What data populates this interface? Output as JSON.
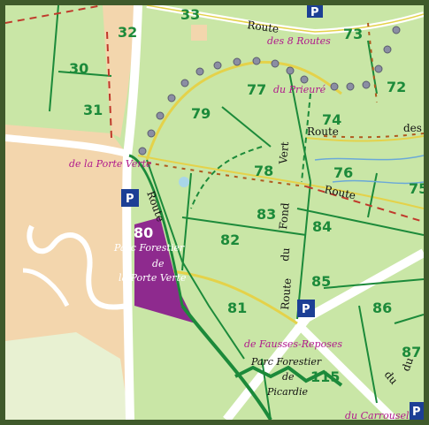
{
  "parcels": [
    "33",
    "32",
    "30",
    "31",
    "73",
    "72",
    "77",
    "79",
    "74",
    "78",
    "76",
    "75",
    "83",
    "84",
    "82",
    "80",
    "85",
    "86",
    "81",
    "115",
    "87"
  ],
  "roads": {
    "route_top": "Route",
    "route_des": "des",
    "route_mid": "Route",
    "route_right": "Route",
    "route_vert_left": "Route",
    "route_vert": "Vert",
    "route_du": "du",
    "route_fond": "Fond",
    "route_lower": "Route",
    "route_lower_du": "du",
    "route_bottom_du": "du"
  },
  "places": {
    "huit_routes": "des 8 Routes",
    "prieure": "du Prieuré",
    "porte_verte": "de la Porte Verte",
    "fausses_reposes": "de Fausses-Reposes",
    "carrousel": "du Carrousel"
  },
  "parks": {
    "porte_verte": [
      "Parc Forestier",
      "de",
      "la Porte Verte"
    ],
    "picardie": [
      "Parc Forestier",
      "de",
      "Picardie"
    ]
  },
  "parking_label": "P",
  "colors": {
    "forest": "#c9e6a6",
    "urban": "#f3d6ad",
    "road": "#ffffff",
    "parcel_line": "#1c8a3a",
    "park": "#8e2a8e",
    "label_magenta": "#b0198c",
    "parking": "#1c3f95",
    "frame": "#3f5a2b"
  },
  "icons": [
    "parking-icon"
  ]
}
